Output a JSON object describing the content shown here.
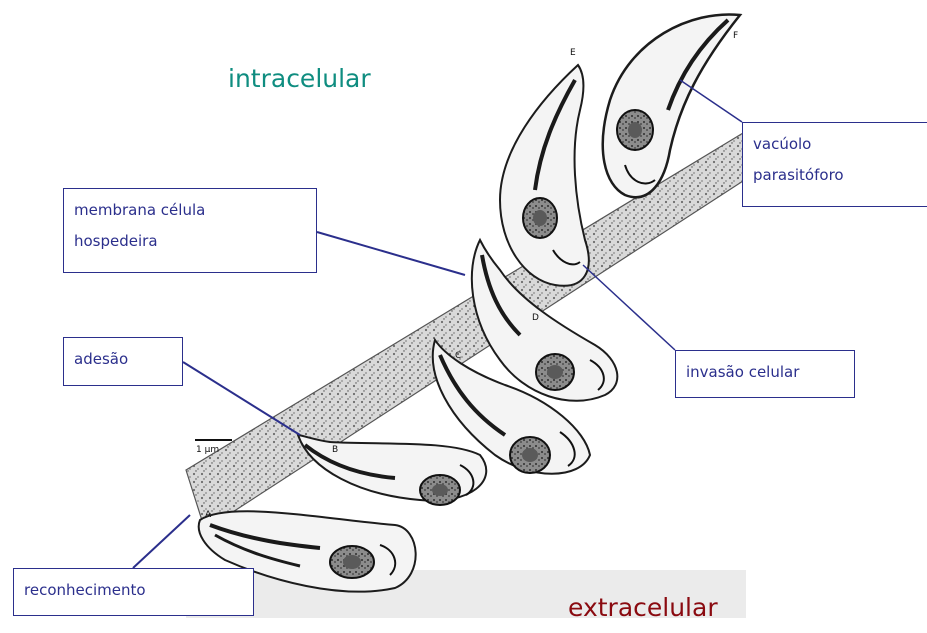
{
  "regions": {
    "intracellular": "intracelular",
    "extracellular": "extracelular"
  },
  "labels": {
    "vacuole": [
      "vacúolo",
      "parasitóforo"
    ],
    "host_membrane": [
      "membrana célula",
      "hospedeira"
    ],
    "adhesion": "adesão",
    "cell_invasion": "invasão celular",
    "recognition": "reconhecimento"
  },
  "stage_letters": [
    "A",
    "B",
    "C",
    "D",
    "E",
    "F"
  ],
  "scale_label": "1 µm",
  "colors": {
    "label_text": "#2b2f8c",
    "leader_line": "#2b2f8c",
    "intracellular_text": "#0f8d80",
    "extracellular_text": "#8a0a10"
  }
}
